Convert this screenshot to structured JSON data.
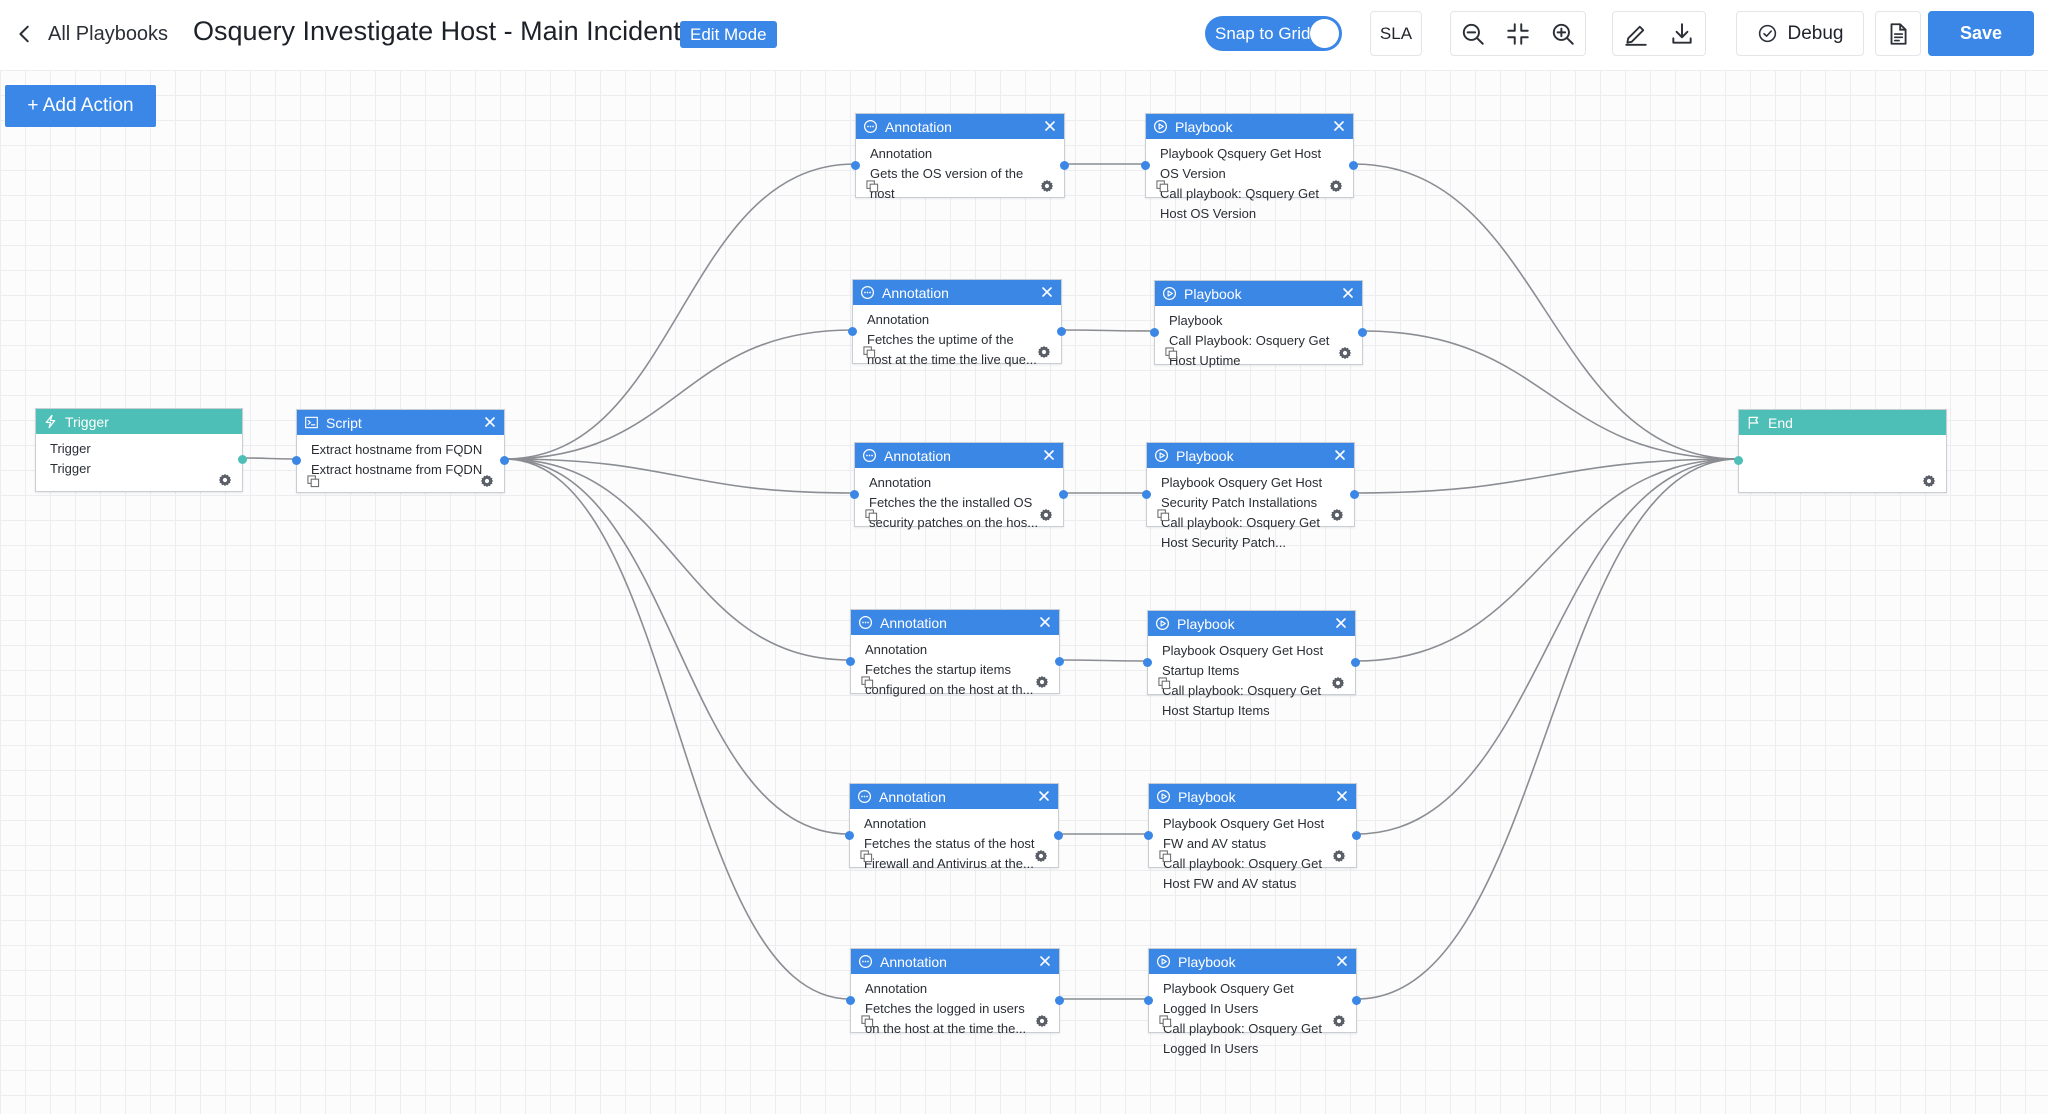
{
  "header": {
    "back_label": "All Playbooks",
    "title": "Osquery Investigate Host - Main Incident",
    "mode_badge": "Edit Mode",
    "snap_label": "Snap to Grid",
    "snap_on": true,
    "sla_label": "SLA",
    "debug_label": "Debug",
    "save_label": "Save"
  },
  "canvas": {
    "add_action_label": "+ Add Action"
  },
  "colors": {
    "accent": "#3a87e8",
    "teal": "#4dbfb6",
    "edge": "#8a8d92"
  },
  "nodes": {
    "trigger": {
      "title": "Trigger",
      "lines": [
        "Trigger",
        "Trigger"
      ]
    },
    "script": {
      "title": "Script",
      "lines": [
        "Extract hostname from FQDN",
        "Extract hostname from FQDN"
      ]
    },
    "end": {
      "title": "End",
      "lines": []
    },
    "annotations": [
      {
        "title": "Annotation",
        "lines": [
          "Annotation",
          "Gets the OS version of the",
          "host"
        ]
      },
      {
        "title": "Annotation",
        "lines": [
          "Annotation",
          "Fetches the uptime of the",
          "host at the time the live que..."
        ]
      },
      {
        "title": "Annotation",
        "lines": [
          "Annotation",
          "Fetches the the installed OS",
          "security patches on the hos..."
        ]
      },
      {
        "title": "Annotation",
        "lines": [
          "Annotation",
          "Fetches the startup items",
          "configured on the host at th..."
        ]
      },
      {
        "title": "Annotation",
        "lines": [
          "Annotation",
          "Fetches the status of the host",
          "Firewall and Antivirus at the..."
        ]
      },
      {
        "title": "Annotation",
        "lines": [
          "Annotation",
          "Fetches the logged in users",
          "on the host at the time the..."
        ]
      }
    ],
    "playbooks": [
      {
        "title": "Playbook",
        "lines": [
          "Playbook Qsquery Get Host",
          "OS Version",
          "Call playbook: Qsquery Get",
          "Host OS Version"
        ]
      },
      {
        "title": "Playbook",
        "lines": [
          "Playbook",
          "Call Playbook: Osquery Get",
          "Host Uptime"
        ]
      },
      {
        "title": "Playbook",
        "lines": [
          "Playbook Osquery Get Host",
          "Security Patch Installations",
          "Call playbook: Osquery Get",
          "Host Security Patch..."
        ]
      },
      {
        "title": "Playbook",
        "lines": [
          "Playbook Osquery Get Host",
          "Startup Items",
          "Call playbook: Osquery Get",
          "Host Startup Items"
        ]
      },
      {
        "title": "Playbook",
        "lines": [
          "Playbook Osquery Get Host",
          "FW and AV status",
          "Call playbook: Osquery Get",
          "Host FW and AV status"
        ]
      },
      {
        "title": "Playbook",
        "lines": [
          "Playbook Osquery Get",
          "Logged In Users",
          "Call playbook: Osquery Get",
          "Logged In Users"
        ]
      }
    ]
  }
}
